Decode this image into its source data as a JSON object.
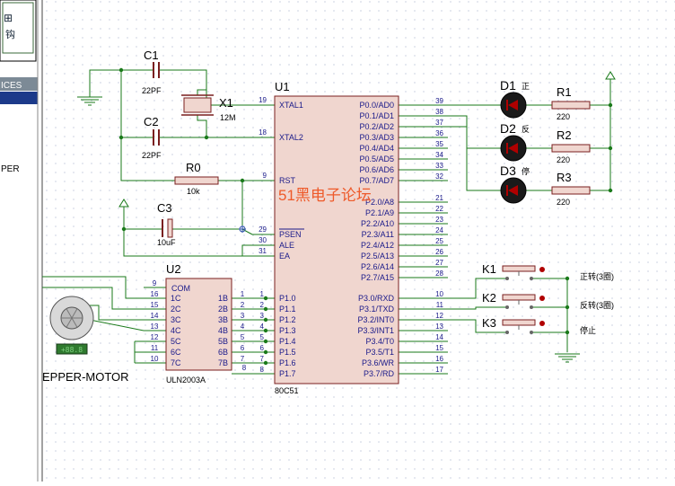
{
  "left_panel": {
    "section_label": "ICES",
    "list_item": "PER",
    "top_glyph": "⊞",
    "top_glyph2": "钩"
  },
  "mcu": {
    "ref": "U1",
    "part": "80C51",
    "left_pins": [
      {
        "num": "19",
        "name": "XTAL1"
      },
      {
        "num": "18",
        "name": "XTAL2"
      },
      {
        "num": "9",
        "name": "RST"
      },
      {
        "num": "29",
        "name": "PSEN"
      },
      {
        "num": "30",
        "name": "ALE"
      },
      {
        "num": "31",
        "name": "EA"
      }
    ],
    "p0": [
      {
        "num": "39",
        "name": "P0.0/AD0"
      },
      {
        "num": "38",
        "name": "P0.1/AD1"
      },
      {
        "num": "37",
        "name": "P0.2/AD2"
      },
      {
        "num": "36",
        "name": "P0.3/AD3"
      },
      {
        "num": "35",
        "name": "P0.4/AD4"
      },
      {
        "num": "34",
        "name": "P0.5/AD5"
      },
      {
        "num": "33",
        "name": "P0.6/AD6"
      },
      {
        "num": "32",
        "name": "P0.7/AD7"
      }
    ],
    "p2": [
      {
        "num": "21",
        "name": "P2.0/A8"
      },
      {
        "num": "22",
        "name": "P2.1/A9"
      },
      {
        "num": "23",
        "name": "P2.2/A10"
      },
      {
        "num": "24",
        "name": "P2.3/A11"
      },
      {
        "num": "25",
        "name": "P2.4/A12"
      },
      {
        "num": "26",
        "name": "P2.5/A13"
      },
      {
        "num": "27",
        "name": "P2.6/A14"
      },
      {
        "num": "28",
        "name": "P2.7/A15"
      }
    ],
    "p1": [
      {
        "num": "1",
        "name": "P1.0"
      },
      {
        "num": "2",
        "name": "P1.1"
      },
      {
        "num": "3",
        "name": "P1.2"
      },
      {
        "num": "4",
        "name": "P1.3"
      },
      {
        "num": "5",
        "name": "P1.4"
      },
      {
        "num": "6",
        "name": "P1.5"
      },
      {
        "num": "7",
        "name": "P1.6"
      },
      {
        "num": "8",
        "name": "P1.7"
      }
    ],
    "p3": [
      {
        "num": "10",
        "name": "P3.0/RXD"
      },
      {
        "num": "11",
        "name": "P3.1/TXD"
      },
      {
        "num": "12",
        "name": "P3.2/INT0"
      },
      {
        "num": "13",
        "name": "P3.3/INT1"
      },
      {
        "num": "14",
        "name": "P3.4/T0"
      },
      {
        "num": "15",
        "name": "P3.5/T1"
      },
      {
        "num": "16",
        "name": "P3.6/WR"
      },
      {
        "num": "17",
        "name": "P3.7/RD"
      }
    ]
  },
  "driver": {
    "ref": "U2",
    "part": "ULN2003A",
    "com_label": "COM",
    "com_pin": "9",
    "inputs": [
      {
        "num": "1",
        "name": "1B"
      },
      {
        "num": "2",
        "name": "2B"
      },
      {
        "num": "3",
        "name": "3B"
      },
      {
        "num": "4",
        "name": "4B"
      },
      {
        "num": "5",
        "name": "5B"
      },
      {
        "num": "6",
        "name": "6B"
      },
      {
        "num": "7",
        "name": "7B"
      }
    ],
    "outputs": [
      {
        "num": "16",
        "name": "1C"
      },
      {
        "num": "15",
        "name": "2C"
      },
      {
        "num": "14",
        "name": "3C"
      },
      {
        "num": "13",
        "name": "4C"
      },
      {
        "num": "12",
        "name": "5C"
      },
      {
        "num": "11",
        "name": "6C"
      },
      {
        "num": "10",
        "name": "7C"
      }
    ],
    "extra_pin": "8"
  },
  "motor": {
    "label": "EPPER-MOTOR",
    "counter": "+88.8"
  },
  "components": {
    "c1": {
      "ref": "C1",
      "value": "22PF"
    },
    "c2": {
      "ref": "C2",
      "value": "22PF"
    },
    "c3": {
      "ref": "C3",
      "value": "10uF"
    },
    "x1": {
      "ref": "X1",
      "value": "12M"
    },
    "r0": {
      "ref": "R0",
      "value": "10k"
    },
    "r1": {
      "ref": "R1",
      "value": "220"
    },
    "r2": {
      "ref": "R2",
      "value": "220"
    },
    "r3": {
      "ref": "R3",
      "value": "220"
    }
  },
  "leds": [
    {
      "ref": "D1",
      "note": "正"
    },
    {
      "ref": "D2",
      "note": "反"
    },
    {
      "ref": "D3",
      "note": "停"
    }
  ],
  "switches": [
    {
      "ref": "K1",
      "label": "正转(3圈)"
    },
    {
      "ref": "K2",
      "label": "反转(3圈)"
    },
    {
      "ref": "K3",
      "label": "停止"
    }
  ],
  "watermark": "51黑电子论坛",
  "colors": {
    "wire": "#1a7a1a",
    "body": "#f0d6cf",
    "body_border": "#7a1f1f",
    "pin_text": "#1a1a8a",
    "label": "#000000",
    "watermark": "#ee5a2a",
    "led": "#b00000",
    "dot": "#9aa9c9"
  }
}
